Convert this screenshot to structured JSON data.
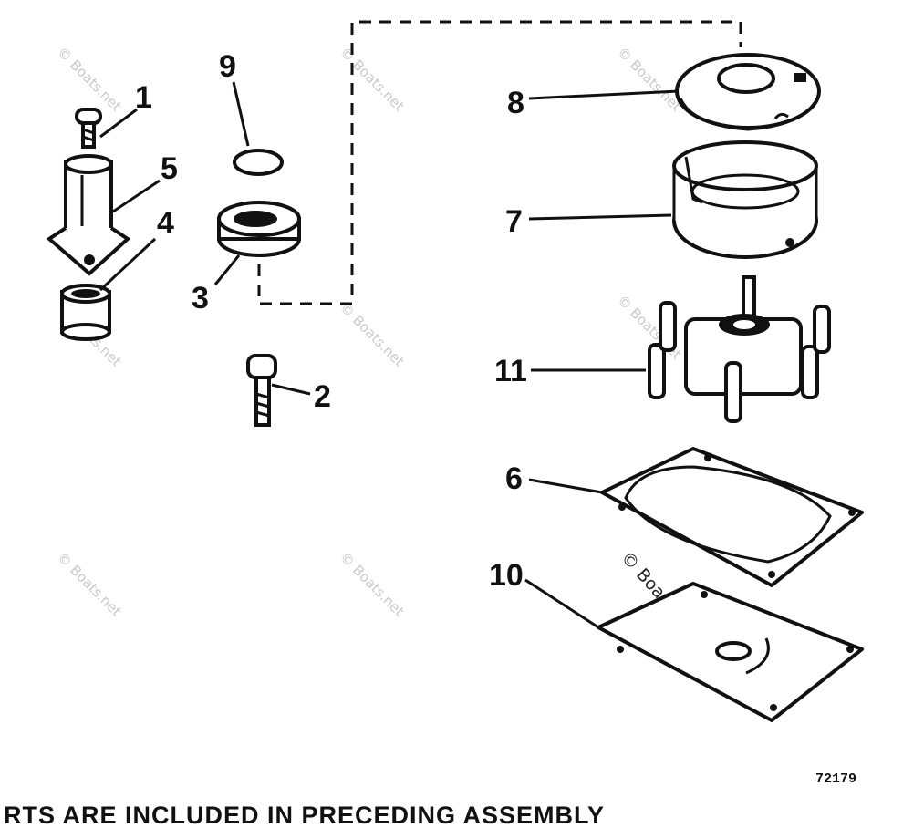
{
  "watermark": "© Boats.net",
  "drawing_number": "72179",
  "footer_text": "RTS ARE INCLUDED IN PRECEDING ASSEMBLY",
  "callouts": {
    "c1": "1",
    "c2": "2",
    "c3": "3",
    "c4": "4",
    "c5": "5",
    "c6": "6",
    "c7": "7",
    "c8": "8",
    "c9": "9",
    "c10": "10",
    "c11": "11"
  }
}
